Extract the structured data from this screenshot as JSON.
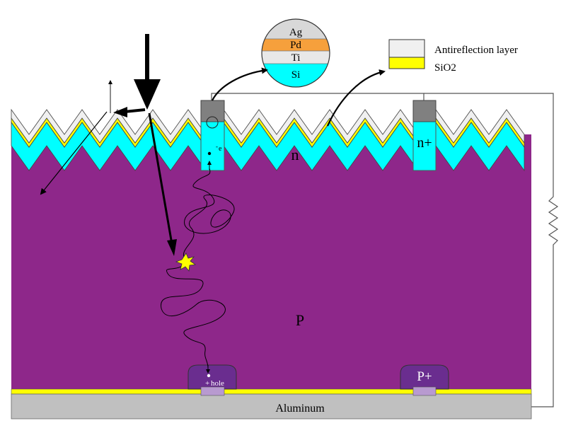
{
  "layers": {
    "si_substrate": "P",
    "n_layer": "n",
    "n_plus": "n+",
    "p_plus": "P+",
    "back_contact": "Aluminum"
  },
  "contact_stack": [
    "Ag",
    "Pd",
    "Ti",
    "Si"
  ],
  "legend": [
    {
      "label": "Antireflection layer",
      "color": "#f0f0f0"
    },
    {
      "label": "SiO2",
      "color": "#ffff00"
    }
  ],
  "carriers": {
    "electron": "e",
    "electron_sign": "-",
    "hole": "hole",
    "hole_sign": "+"
  },
  "colors": {
    "p_substrate": "#8e278a",
    "n_region": "#00ffff",
    "sio2": "#ffff00",
    "arc": "#f0f0f0",
    "aluminum": "#c0c0c0",
    "contact": "#808080",
    "p_plus": "#6a2d8f",
    "pd": "#f6a03c"
  }
}
